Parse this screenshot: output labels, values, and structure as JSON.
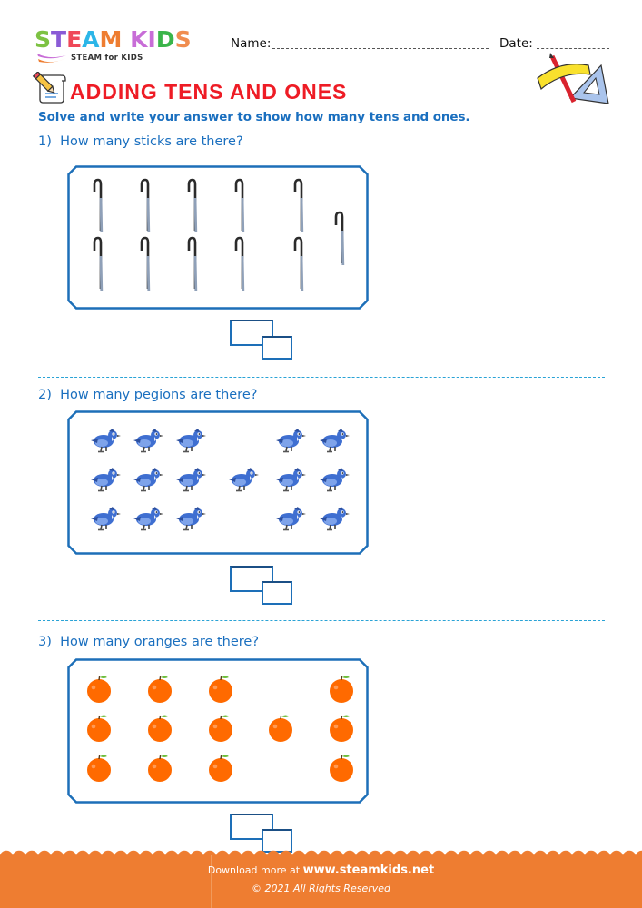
{
  "header": {
    "logo": {
      "letters": [
        {
          "char": "S",
          "color": "#7dc242"
        },
        {
          "char": "T",
          "color": "#8a5bd6"
        },
        {
          "char": "E",
          "color": "#ef4858"
        },
        {
          "char": "A",
          "color": "#2cb6e8"
        },
        {
          "char": "M",
          "color": "#ee7d31"
        },
        {
          "char": " ",
          "color": "#ffffff"
        },
        {
          "char": "K",
          "color": "#c86dd7"
        },
        {
          "char": "I",
          "color": "#c86dd7"
        },
        {
          "char": "D",
          "color": "#3ab54a"
        },
        {
          "char": "S",
          "color": "#f08d4f"
        }
      ],
      "text": "STEAM KIDS",
      "subtitle": "STEAM for KIDS"
    },
    "name_label": "Name:",
    "date_label": "Date:",
    "icons": [
      "pencil-paper-icon",
      "ruler-set-square-icon"
    ]
  },
  "worksheet": {
    "title": "ADDING TENS AND ONES",
    "instruction": "Solve and write your answer to show how many tens and ones.",
    "colors": {
      "title": "#ee1c25",
      "text": "#1a6fbf",
      "frame": "#1d6fb8",
      "divider": "#2aa3d6",
      "footer": "#ee7d31"
    },
    "questions": [
      {
        "number": "1)",
        "text": "How many sticks are there?",
        "item": "stick-icon",
        "count": 11,
        "answer_tens": "",
        "answer_ones": ""
      },
      {
        "number": "2)",
        "text": "How many pegions are there?",
        "item": "bird-icon",
        "count": 16,
        "answer_tens": "",
        "answer_ones": ""
      },
      {
        "number": "3)",
        "text": "How many oranges are there?",
        "item": "orange-icon",
        "count": 13,
        "answer_tens": "",
        "answer_ones": ""
      }
    ]
  },
  "footer": {
    "download_prefix": "Download more at",
    "website": "www.steamkids.net",
    "copyright": "© 2021 All Rights Reserved"
  }
}
